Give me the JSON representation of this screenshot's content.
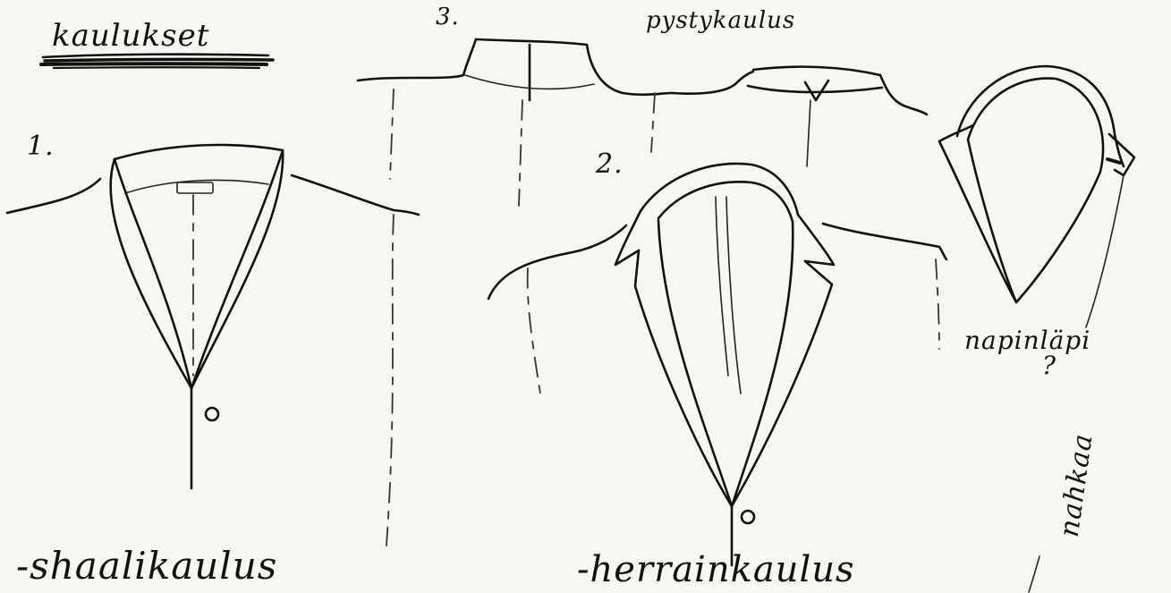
{
  "title": "kaulukset",
  "numbers": {
    "one": "1.",
    "two": "2.",
    "three": "3."
  },
  "labels": {
    "shaalikaulus": "-shaalikaulus",
    "herrainkaulus": "-herrainkaulus",
    "pystykaulus": "pystykaulus",
    "napinlapi": "napinläpi",
    "question": "?",
    "nahkaa": "nahkaa"
  }
}
